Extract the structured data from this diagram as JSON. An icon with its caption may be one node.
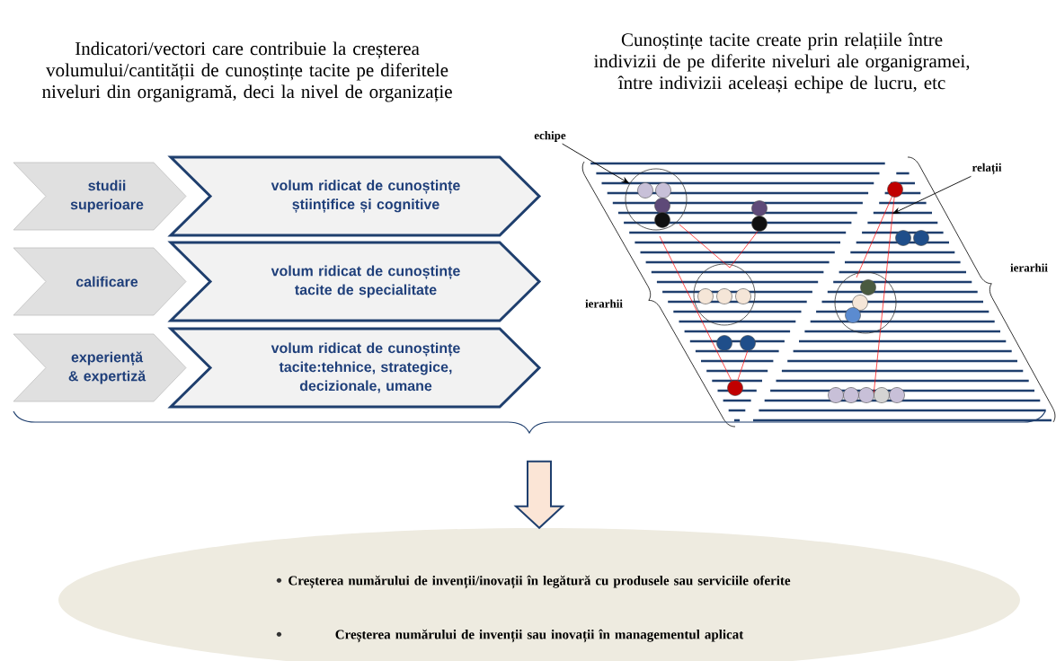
{
  "diagram": {
    "nodes": [
      {
        "text": [
          "studii superioare"
        ]
      },
      {
        "text": [
          "volum ridicat de cunoștințe științifice și cognitive"
        ]
      },
      {
        "text": [
          "calificare"
        ]
      },
      {
        "text": [
          "volum ridicat de cunoștințe tacite de specialitate"
        ]
      },
      {
        "text": [
          "experiență & expertiză"
        ]
      },
      {
        "text": [
          "volum ridicat de cunoștințe tacite:tehnice, strategice, decizionale, umane"
        ]
      },
      {
        "text": [
          "echipe"
        ]
      },
      {
        "text": [
          "relații"
        ]
      },
      {
        "text": [],
        "shape": "circle"
      },
      {
        "text": [],
        "shape": "circle"
      },
      {
        "text": [],
        "shape": "circle"
      },
      {
        "text": [
          "Creșterea numărului de invenții/inovații în legătură cu produsele sau serviciile oferite",
          "Creșterea numărului de invenții sau inovații în managementul aplicat"
        ]
      }
    ],
    "edges": [
      {
        "from": 6,
        "to": 8,
        "arrow": "to"
      },
      {
        "from": 7,
        "to": null,
        "arrow": "to"
      },
      {
        "from": null,
        "to": 11,
        "arrow": "to"
      }
    ],
    "labels": [
      "Indicatori/vectori care contribuie la creșterea volumului/cantității de cunoștințe tacite pe diferitele niveluri din organigramă, deci la nivel de organizație",
      "Cunoștințe tacite create prin relațiile între indivizii de pe diferite niveluri ale organigramei, între indivizii aceleași echipe de lucru, etc",
      "ierarhii",
      "ierarhii"
    ]
  }
}
